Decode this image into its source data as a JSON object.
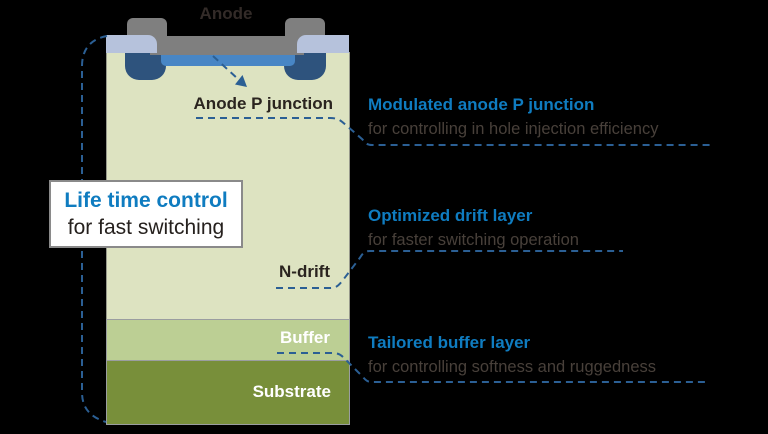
{
  "colors": {
    "background": "#000000",
    "accent_blue": "#0f7cc0",
    "dashed_line_blue": "#2b5f94",
    "electrode_gray": "#7f7f7f",
    "passivation_lavender": "#b6c2dc",
    "p_junction_blue": "#4886c5",
    "p_well_dark_blue": "#2e537d",
    "n_drift_green": "#dde3c1",
    "buffer_green": "#bccf94",
    "substrate_olive": "#788f3a",
    "dark_text": "#2a241f",
    "white_text": "#ffffff"
  },
  "device": {
    "anode_label": "Anode",
    "anode_p_junction_label": "Anode P junction",
    "n_drift_label": "N-drift",
    "buffer_label": "Buffer",
    "substrate_label": "Substrate"
  },
  "title_box": {
    "heading": "Life time control",
    "subheading": "for fast switching"
  },
  "annotations": [
    {
      "heading": "Modulated anode P junction",
      "description": "for controlling in hole injection efficiency"
    },
    {
      "heading": "Optimized drift layer",
      "description": "for faster switching operation"
    },
    {
      "heading": "Tailored buffer layer",
      "description": "for controlling softness and ruggedness"
    }
  ]
}
